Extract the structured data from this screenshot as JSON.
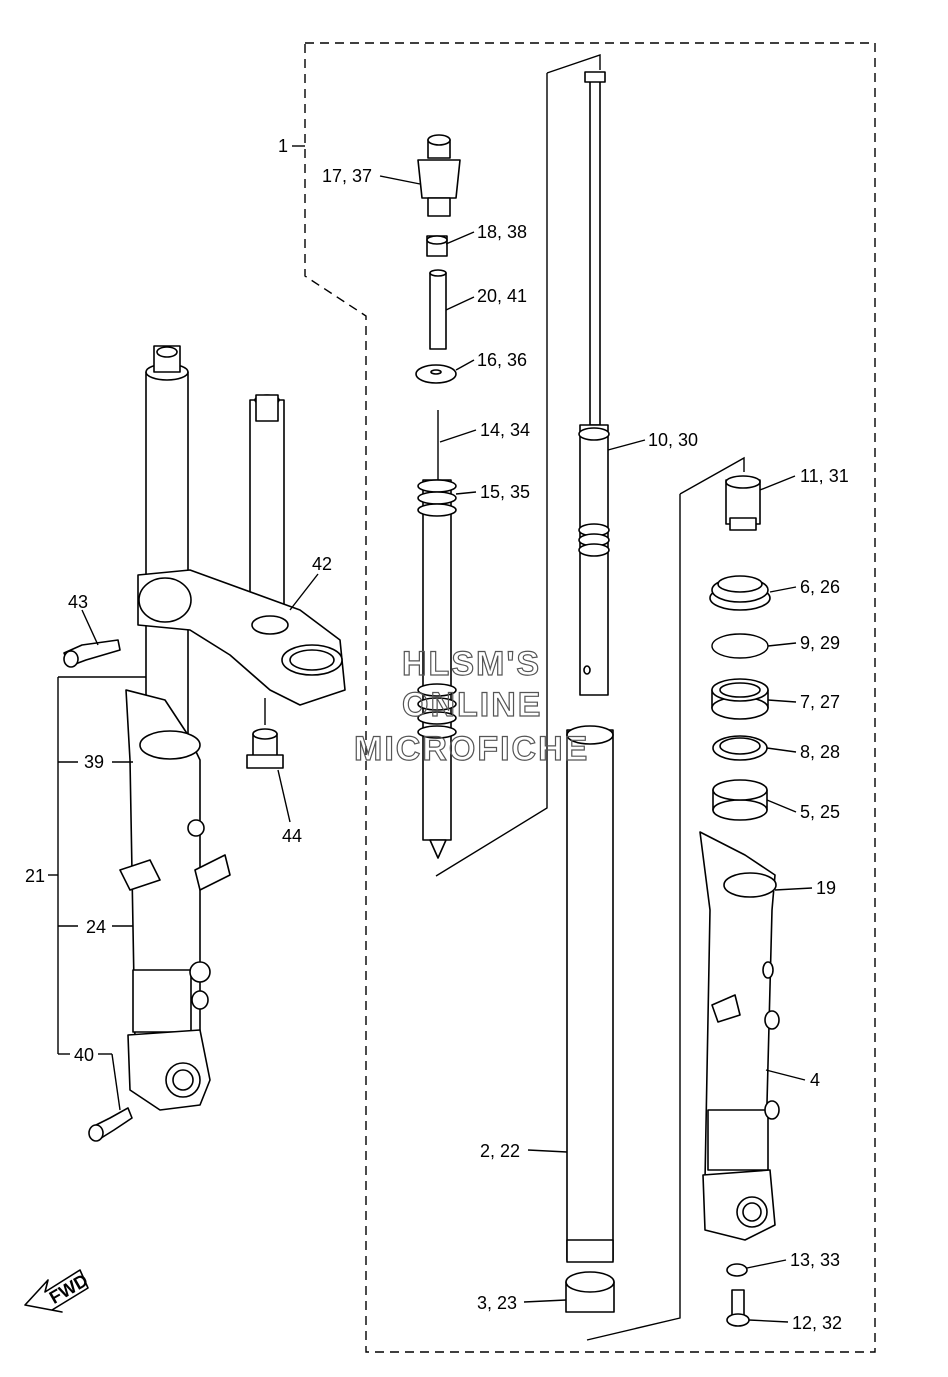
{
  "watermark": {
    "line1": "HLSM'S",
    "line2": "ONLINE",
    "line3": "MICROFICHE"
  },
  "fwd_label": "FWD",
  "callouts": {
    "c1": "1",
    "c17": "17, 37",
    "c18": "18, 38",
    "c20": "20, 41",
    "c16": "16, 36",
    "c14": "14, 34",
    "c15": "15, 35",
    "c10": "10, 30",
    "c11": "11, 31",
    "c6": "6, 26",
    "c9": "9, 29",
    "c7": "7, 27",
    "c8": "8, 28",
    "c5": "5, 25",
    "c19": "19",
    "c4": "4",
    "c2": "2, 22",
    "c13": "13, 33",
    "c3": "3, 23",
    "c12": "12, 32",
    "c42": "42",
    "c43": "43",
    "c44": "44",
    "c39": "39",
    "c21": "21",
    "c24": "24",
    "c40": "40"
  }
}
